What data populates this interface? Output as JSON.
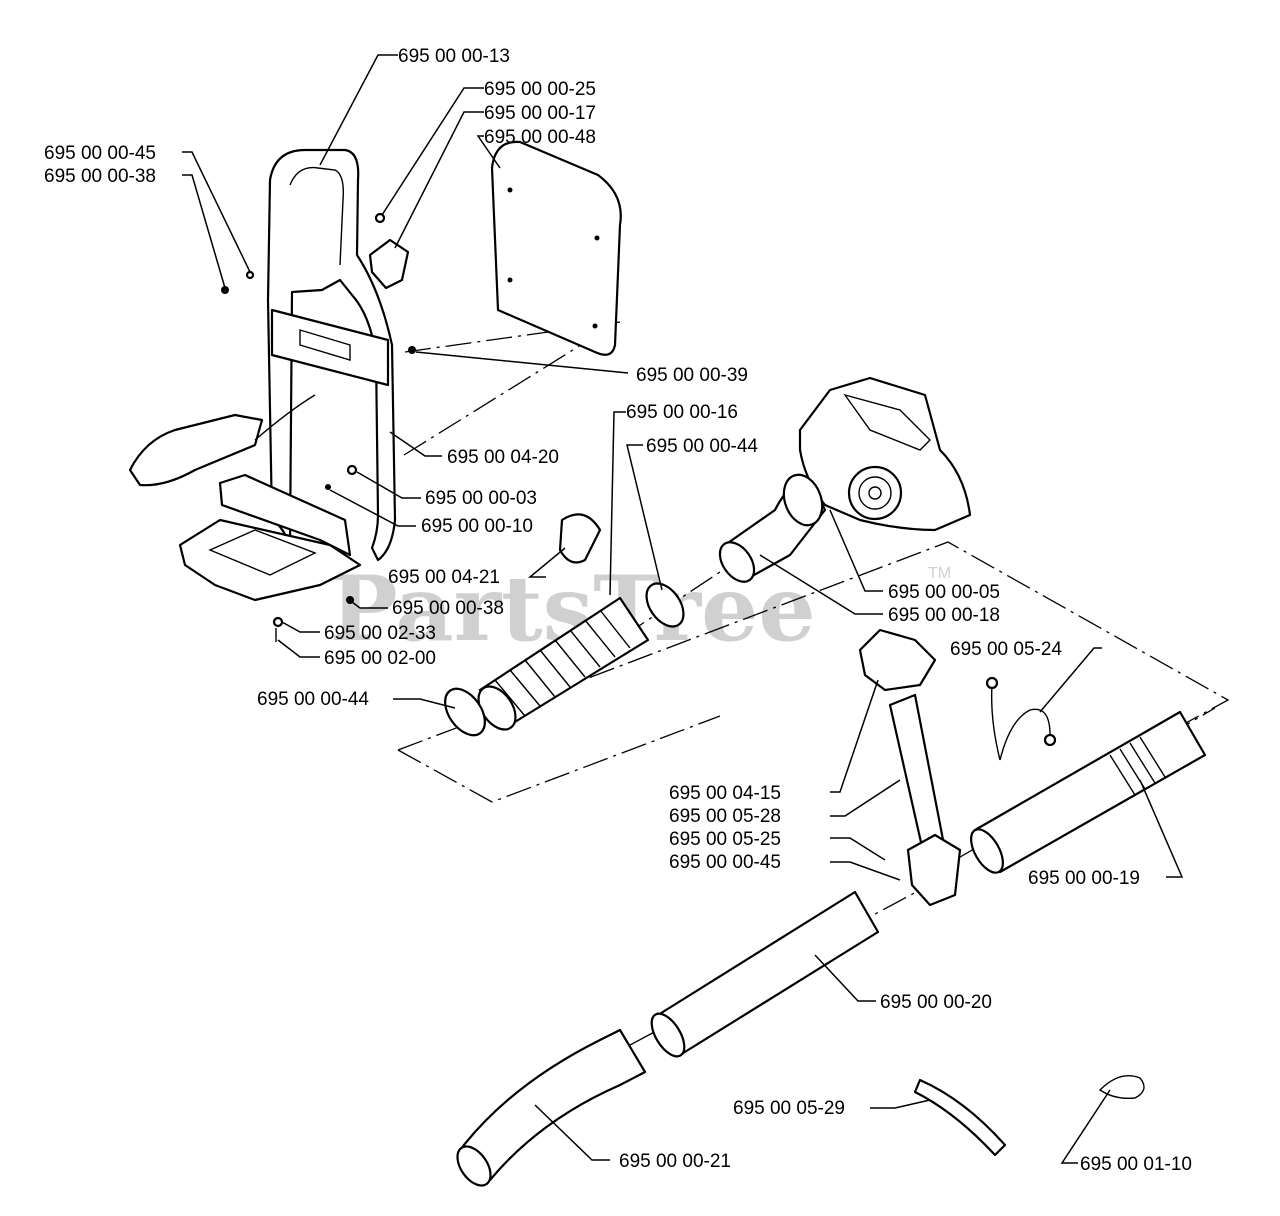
{
  "watermark": {
    "text": "PartsTree",
    "tm": "TM"
  },
  "labels": [
    {
      "id": "p13",
      "text": "695 00 00-13"
    },
    {
      "id": "p25",
      "text": "695 00 00-25"
    },
    {
      "id": "p17",
      "text": "695 00 00-17"
    },
    {
      "id": "p48",
      "text": "695 00 00-48"
    },
    {
      "id": "p45a",
      "text": "695 00 00-45"
    },
    {
      "id": "p38a",
      "text": "695 00 00-38"
    },
    {
      "id": "p39",
      "text": "695 00 00-39"
    },
    {
      "id": "p16",
      "text": "695 00 00-16"
    },
    {
      "id": "p44a",
      "text": "695 00 00-44"
    },
    {
      "id": "p0420",
      "text": "695 00 04-20"
    },
    {
      "id": "p03",
      "text": "695 00 00-03"
    },
    {
      "id": "p10",
      "text": "695 00 00-10"
    },
    {
      "id": "p0421",
      "text": "695 00 04-21"
    },
    {
      "id": "p05",
      "text": "695 00 00-05"
    },
    {
      "id": "p38b",
      "text": "695 00 00-38"
    },
    {
      "id": "p18",
      "text": "695 00 00-18"
    },
    {
      "id": "p0233",
      "text": "695 00 02-33"
    },
    {
      "id": "p0524",
      "text": "695 00 05-24"
    },
    {
      "id": "p0200",
      "text": "695 00 02-00"
    },
    {
      "id": "p44b",
      "text": "695 00 00-44"
    },
    {
      "id": "p0415",
      "text": "695 00 04-15"
    },
    {
      "id": "p0528",
      "text": "695 00 05-28"
    },
    {
      "id": "p0525",
      "text": "695 00 05-25"
    },
    {
      "id": "p45b",
      "text": "695 00 00-45"
    },
    {
      "id": "p19",
      "text": "695 00 00-19"
    },
    {
      "id": "p20",
      "text": "695 00 00-20"
    },
    {
      "id": "p0529",
      "text": "695 00 05-29"
    },
    {
      "id": "p21",
      "text": "695 00 00-21"
    },
    {
      "id": "p0110",
      "text": "695 00 01-10"
    }
  ]
}
